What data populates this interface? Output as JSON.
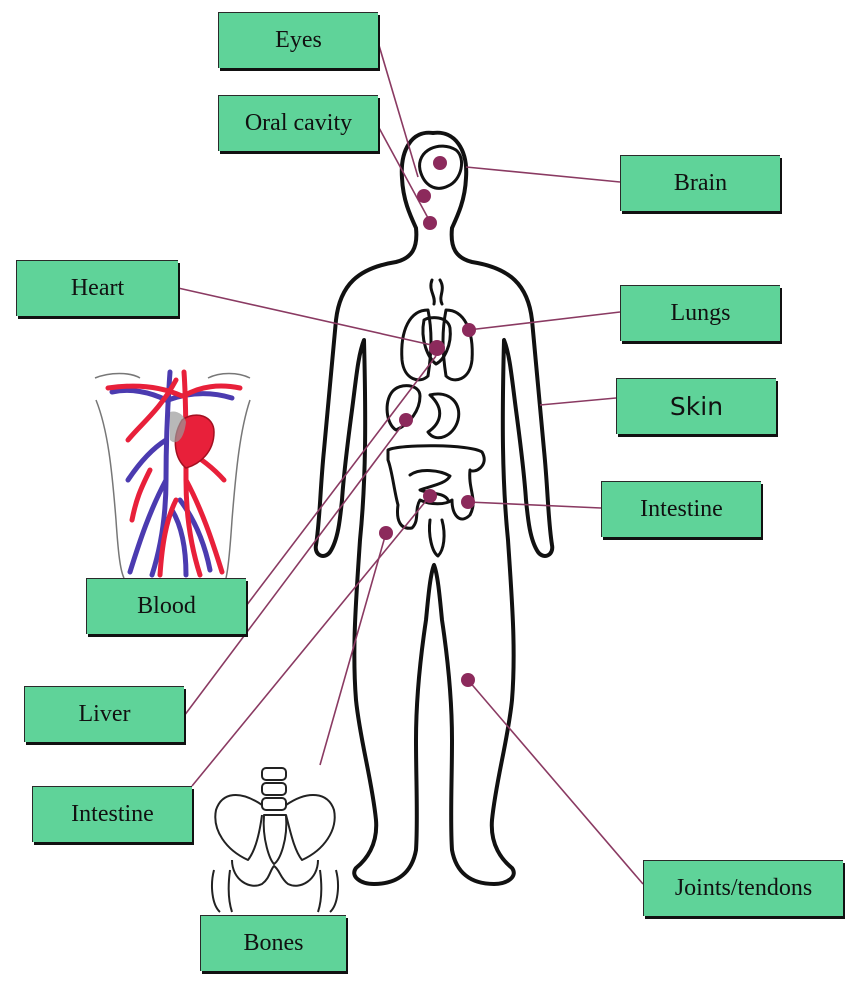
{
  "labels": {
    "eyes": "Eyes",
    "oral_cavity": "Oral cavity",
    "brain": "Brain",
    "heart": "Heart",
    "lungs": "Lungs",
    "skin": "Skin",
    "intestine_right": "Intestine",
    "blood": "Blood",
    "liver": "Liver",
    "intestine_left": "Intestine",
    "joints_tendons": "Joints/tendons",
    "bones": "Bones"
  },
  "colors": {
    "label_fill": "#5fd399",
    "connector": "#8a3a62",
    "marker": "#8c2a5c",
    "outline": "#111111",
    "artery": "#e8203a",
    "vein": "#4b3bb0"
  }
}
